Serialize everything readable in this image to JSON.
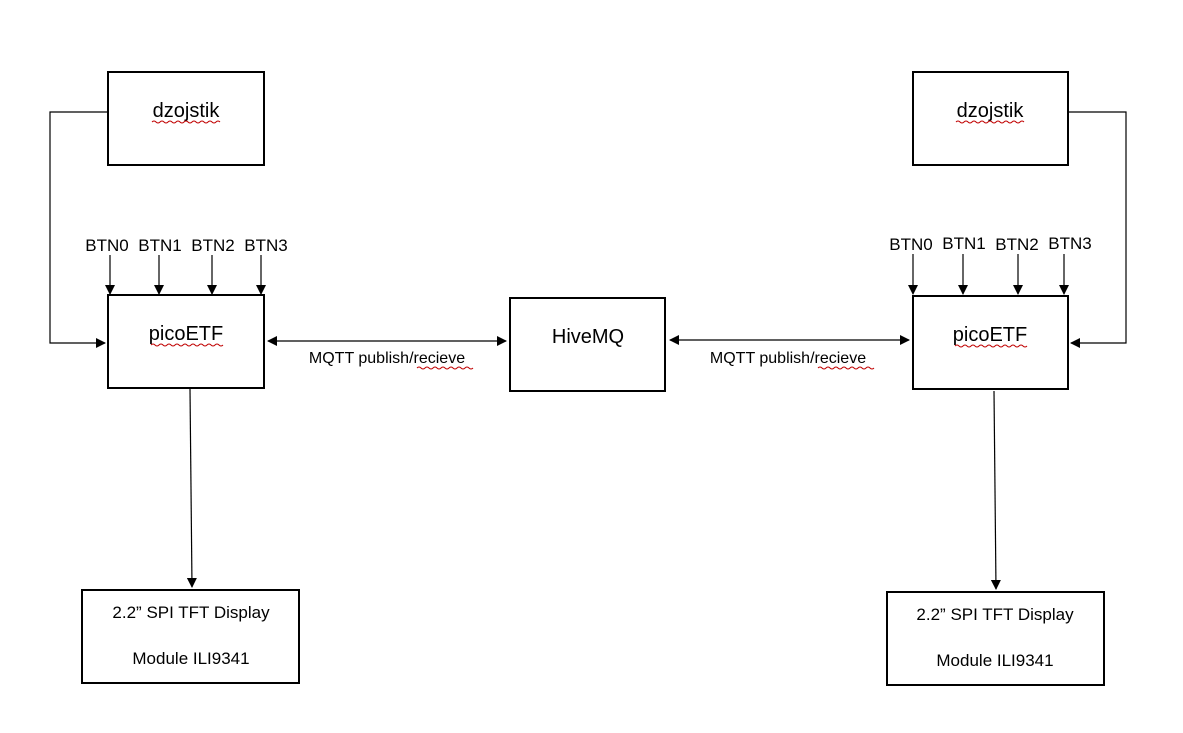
{
  "left": {
    "joystick_label": "dzojstik",
    "controller_label": "picoETF",
    "buttons": [
      "BTN0",
      "BTN1",
      "BTN2",
      "BTN3"
    ],
    "display_line1": "2.2” SPI TFT Display",
    "display_line2": "Module ILI9341",
    "link_label": "MQTT publish/recieve"
  },
  "broker": {
    "label": "HiveMQ"
  },
  "right": {
    "joystick_label": "dzojstik",
    "controller_label": "picoETF",
    "buttons": [
      "BTN0",
      "BTN1",
      "BTN2",
      "BTN3"
    ],
    "display_line1": "2.2” SPI TFT Display",
    "display_line2": "Module ILI9341",
    "link_label": "MQTT publish/recieve"
  }
}
